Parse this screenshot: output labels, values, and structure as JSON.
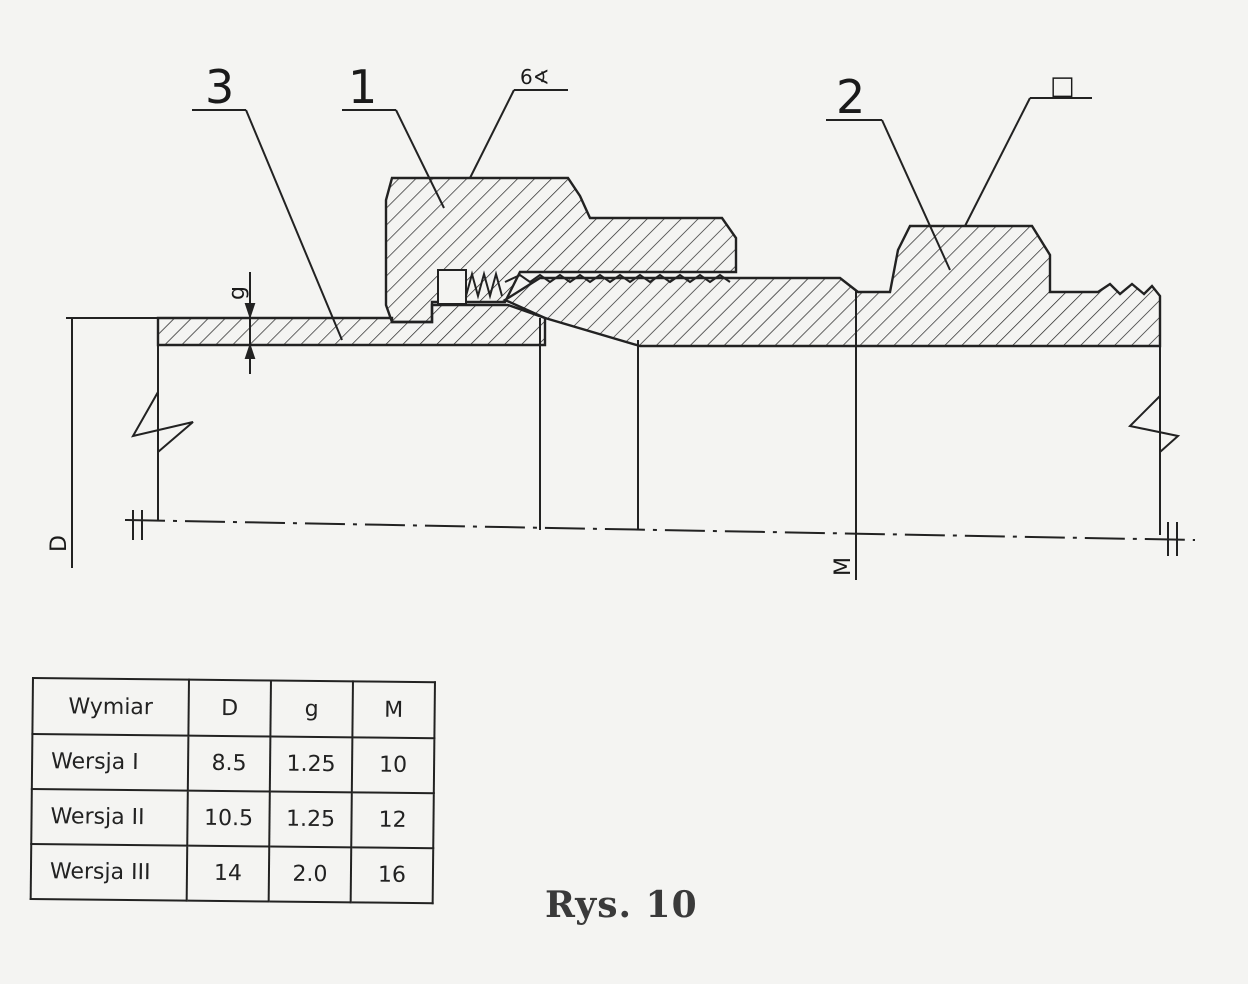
{
  "labels": {
    "part1": "1",
    "part2": "2",
    "part3": "3",
    "hex": "6∢",
    "square": "□",
    "dim_g": "g",
    "dim_D": "D",
    "dim_M": "M"
  },
  "table": {
    "headers": [
      "Wymiar",
      "D",
      "g",
      "M"
    ],
    "rows": [
      {
        "name": "Wersja I",
        "D": "8.5",
        "g": "1.25",
        "M": "10"
      },
      {
        "name": "Wersja II",
        "D": "10.5",
        "g": "1.25",
        "M": "12"
      },
      {
        "name": "Wersja III",
        "D": "14",
        "g": "2.0",
        "M": "16"
      }
    ]
  },
  "caption": "Rys. 10"
}
